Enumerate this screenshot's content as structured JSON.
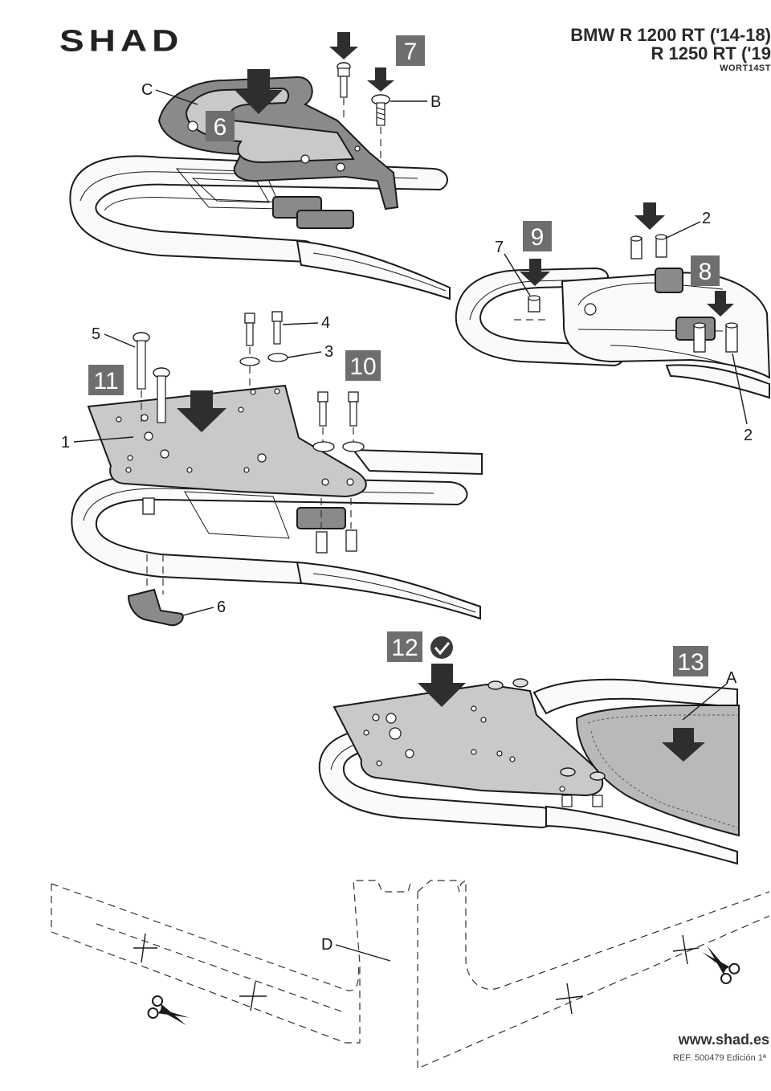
{
  "header": {
    "brand": "SHAD",
    "model_line1": "BMW R 1200 RT ('14-18)",
    "model_line2": "R 1250 RT ('19",
    "code": "WORT14ST"
  },
  "steps": [
    "6",
    "7",
    "8",
    "9",
    "10",
    "11",
    "12",
    "13"
  ],
  "callouts": {
    "A": "A",
    "B": "B",
    "C": "C",
    "D": "D",
    "n1": "1",
    "n2": "2",
    "n3": "3",
    "n4": "4",
    "n5": "5",
    "n6": "6",
    "n7": "7"
  },
  "footer": {
    "url": "www.shad.es",
    "ref": "REF. 500479 Edición 1ª"
  },
  "icons": [
    "check-icon",
    "scissors-icon"
  ]
}
